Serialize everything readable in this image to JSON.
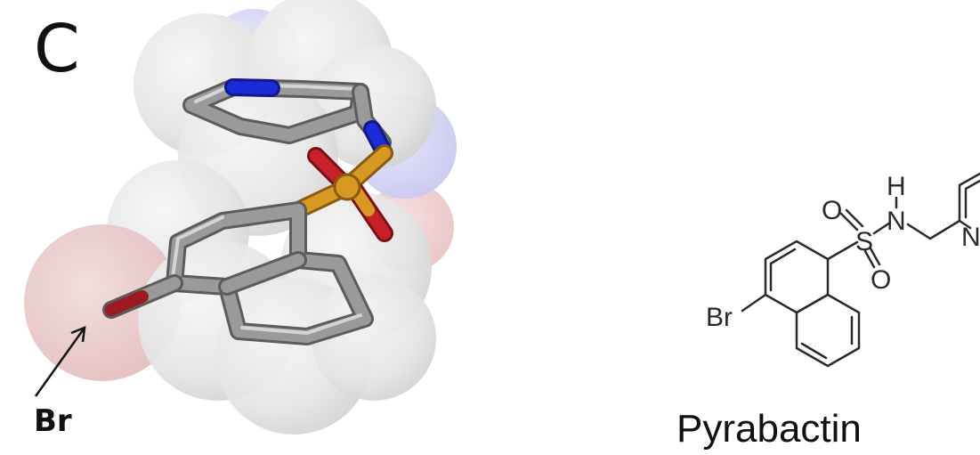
{
  "figure": {
    "panel_label": "C",
    "callout_label": "Br",
    "molecule_name": "Pyrabactin"
  },
  "structure": {
    "atoms": {
      "oxygen_top": "O",
      "sulfur": "S",
      "oxygen_bottom": "O",
      "hydrogen": "H",
      "nitrogen_amide": "N",
      "nitrogen_ring": "N",
      "bromine": "Br"
    }
  },
  "colors": {
    "carbon": "#9a9a9a",
    "nitrogen": "#1b2bd6",
    "oxygen": "#c8202a",
    "sulfur": "#d69a22",
    "bromine": "#9e1a22"
  }
}
